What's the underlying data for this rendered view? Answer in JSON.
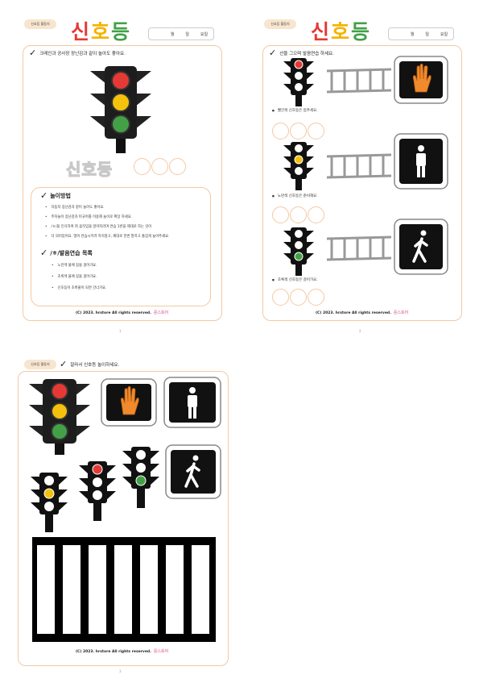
{
  "tag": "신호등 활동지",
  "title_chars": [
    "신",
    "호",
    "등"
  ],
  "date_labels": [
    "월",
    "일",
    "요일"
  ],
  "page1": {
    "instruction": "크레인과 공사장 장난감과 같이 놀아도 좋아요.",
    "trace_word": "신호등",
    "play_heading": "놀이방법",
    "play_items": [
      "자동차 장난감과 같이 놀아도 좋아요.",
      "주차놀이 장난감과 피규어를 이용해 놀이로 확장 하세요.",
      "/ㅎ/을 인식하여 혀 움직임을 알아차리며 연습 1번을 제대로 하는 것이",
      "더 의미있어요. 많이 연습시키려 하지않고, 제대로 한번 말하고 즐겁게 놀아주세요."
    ],
    "practice_heading": "/ㅎ/발음연습 목록",
    "practice_items": [
      "노란색 불에 길을 걸어가요.",
      "초록색 불에 길을 걸어가요.",
      "신호등이 초록불이 되면 건너가요."
    ],
    "page_number": "1"
  },
  "page2": {
    "instruction": "선을 그으며 발음연습 하세요.",
    "captions": [
      "빨간색 신호등은 멈추세요.",
      "노란색 신호등은 준비해요.",
      "초록색 신호등은 걸어가요."
    ],
    "page_number": "2"
  },
  "page3": {
    "instruction": "잘라서 신호등 놀이하세요.",
    "page_number": "3"
  },
  "footer": "(C) 2023. hrstore All rights reserved.",
  "brand": "준스토어",
  "colors": {
    "red": "#e53935",
    "yellow": "#f4c20d",
    "green": "#43a047",
    "orange": "#f08a2c",
    "frame": "#f3c9a3",
    "tag_bg": "#f7e5cf"
  },
  "icons": [
    "check-icon",
    "traffic-light-icon",
    "hand-stop-icon",
    "walking-person-icon",
    "standing-person-icon",
    "ladder-icon",
    "crosswalk-icon"
  ]
}
